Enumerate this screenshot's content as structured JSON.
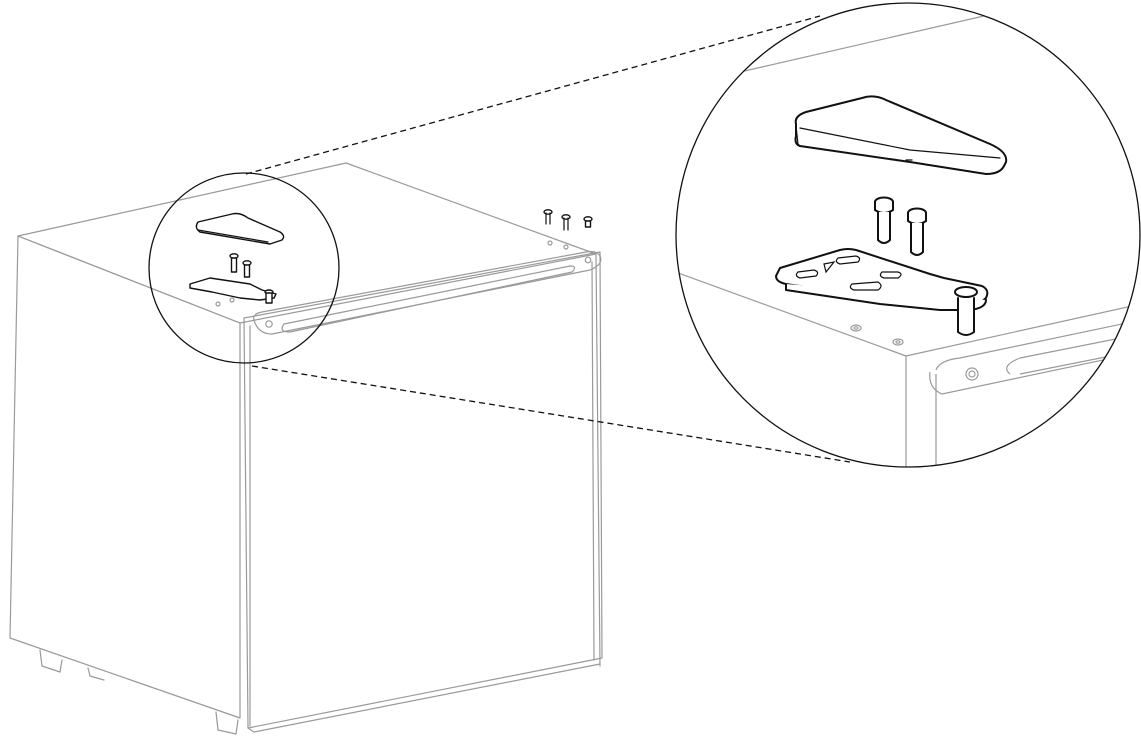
{
  "diagram": {
    "kind": "exploded-assembly",
    "subject": "fridge-top-hinge",
    "colors": {
      "fridge_stroke": "#9a9a9a",
      "part_stroke": "#111111",
      "background": "#ffffff"
    },
    "parts": [
      {
        "name": "hinge-cover",
        "icon": "hinge-cover-icon"
      },
      {
        "name": "hinge-screw",
        "count": 2,
        "icon": "screw-icon"
      },
      {
        "name": "top-hinge-bracket",
        "icon": "hinge-bracket-icon"
      },
      {
        "name": "spare-screw",
        "count": 3,
        "icon": "screw-icon"
      }
    ]
  }
}
